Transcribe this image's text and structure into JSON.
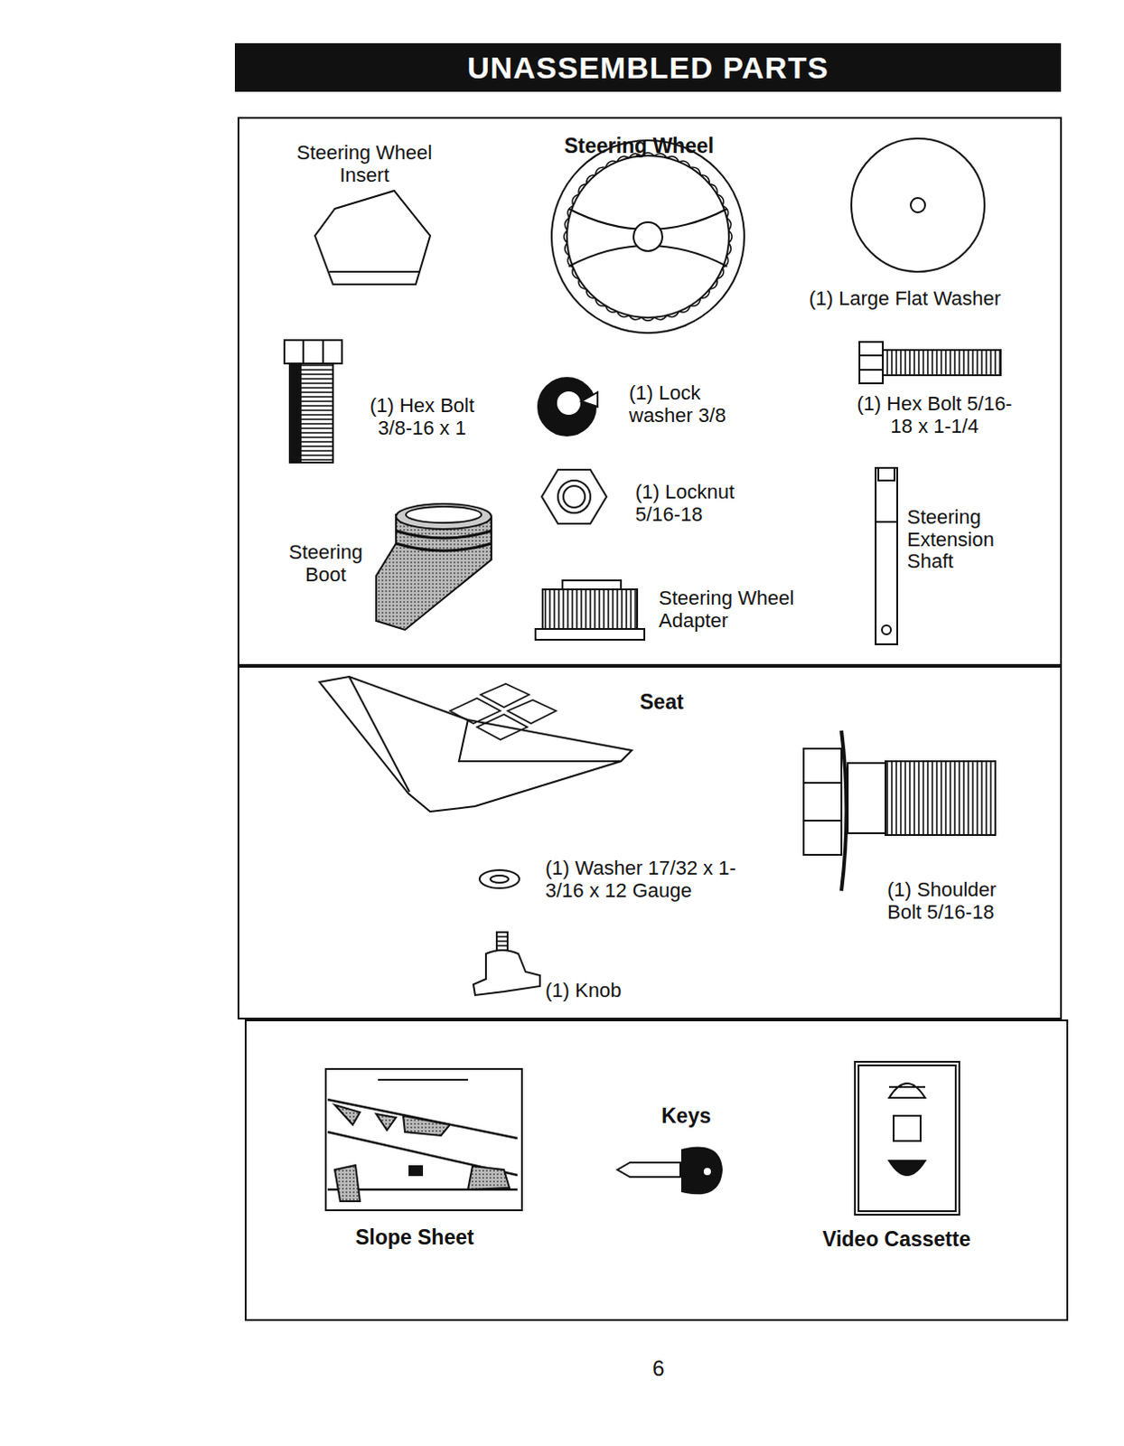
{
  "diagram": {
    "title": "UNASSEMBLED PARTS",
    "nodes": [
      {
        "text": [
          "Steering Wheel Insert",
          "Steering Wheel",
          "(1) Large Flat Washer",
          "(1) Hex Bolt 3/8-16 x 1",
          "(1) Lock washer 3/8",
          "(1) Hex Bolt 5/16-18 x 1-1/4",
          "(1) Locknut 5/16-18",
          "Steering Extension Shaft",
          "Steering Boot",
          "Steering Wheel Adapter"
        ]
      },
      {
        "text": [
          "Seat",
          "(1) Washer 17/32 x 1-3/16 x 12 Gauge",
          "(1) Shoulder Bolt 5/16-18",
          "(1) Knob"
        ]
      },
      {
        "text": [
          "Slope Sheet",
          "Keys",
          "Video Cassette"
        ]
      }
    ],
    "edges": [],
    "labels": [
      "6"
    ]
  }
}
